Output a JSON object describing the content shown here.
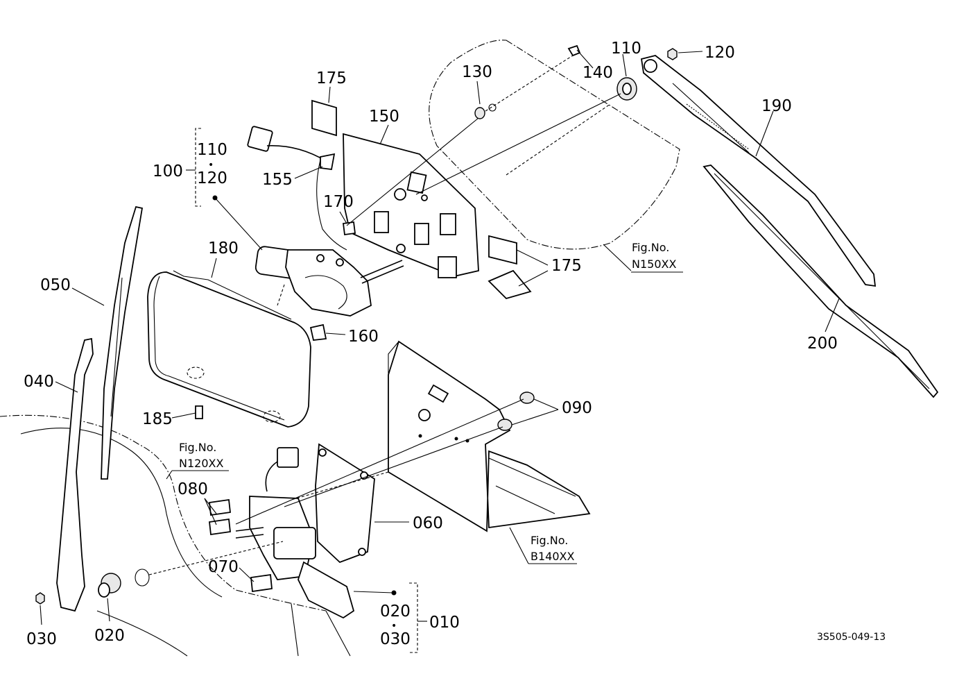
{
  "labels": {
    "p010": "010",
    "p020a": "020",
    "p020b": "020",
    "p030a": "030",
    "p030b": "030",
    "p040": "040",
    "p050": "050",
    "p060": "060",
    "p070": "070",
    "p080": "080",
    "p090": "090",
    "p100": "100",
    "p110a": "110",
    "p110b": "110",
    "p120a": "120",
    "p120b": "120",
    "p130": "130",
    "p140": "140",
    "p150": "150",
    "p155": "155",
    "p160": "160",
    "p170": "170",
    "p175a": "175",
    "p175b": "175",
    "p180": "180",
    "p185": "185",
    "p190": "190",
    "p200": "200",
    "bullet": "•"
  },
  "fig_refs": {
    "n150": {
      "title": "Fig.No.",
      "code": "N150XX"
    },
    "n120": {
      "title": "Fig.No.",
      "code": "N120XX"
    },
    "b140": {
      "title": "Fig.No.",
      "code": "B140XX"
    }
  },
  "drawing_code": "3S505-049-13"
}
